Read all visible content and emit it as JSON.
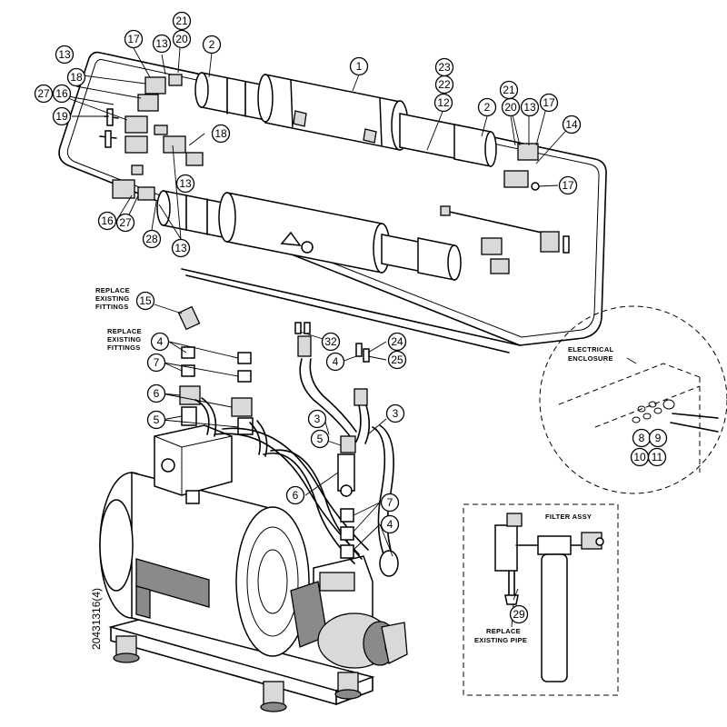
{
  "drawing_number": "20431316(4)",
  "notes": {
    "replace_fittings_1": [
      "REPLACE",
      "EXISTING",
      "FITTINGS"
    ],
    "replace_fittings_2": [
      "REPLACE",
      "EXISTING",
      "FITTINGS"
    ],
    "electrical_enclosure": [
      "ELECTRICAL",
      "ENCLOSURE"
    ],
    "filter_assy": "FILTER ASSY",
    "replace_pipe": [
      "REPLACE",
      "EXISTING PIPE"
    ]
  },
  "balloons": [
    {
      "label": "1"
    },
    {
      "label": "2"
    },
    {
      "label": "2"
    },
    {
      "label": "12"
    },
    {
      "label": "13"
    },
    {
      "label": "13"
    },
    {
      "label": "13"
    },
    {
      "label": "13"
    },
    {
      "label": "13"
    },
    {
      "label": "14"
    },
    {
      "label": "15"
    },
    {
      "label": "16"
    },
    {
      "label": "16"
    },
    {
      "label": "17"
    },
    {
      "label": "17"
    },
    {
      "label": "17"
    },
    {
      "label": "18"
    },
    {
      "label": "18"
    },
    {
      "label": "19"
    },
    {
      "label": "20"
    },
    {
      "label": "20"
    },
    {
      "label": "21"
    },
    {
      "label": "21"
    },
    {
      "label": "22"
    },
    {
      "label": "23"
    },
    {
      "label": "27"
    },
    {
      "label": "27"
    },
    {
      "label": "28"
    },
    {
      "label": "3"
    },
    {
      "label": "3"
    },
    {
      "label": "4"
    },
    {
      "label": "4"
    },
    {
      "label": "4"
    },
    {
      "label": "5"
    },
    {
      "label": "5"
    },
    {
      "label": "6"
    },
    {
      "label": "6"
    },
    {
      "label": "7"
    },
    {
      "label": "7"
    },
    {
      "label": "8"
    },
    {
      "label": "9"
    },
    {
      "label": "10"
    },
    {
      "label": "11"
    },
    {
      "label": "24"
    },
    {
      "label": "25"
    },
    {
      "label": "29"
    },
    {
      "label": "32"
    }
  ]
}
